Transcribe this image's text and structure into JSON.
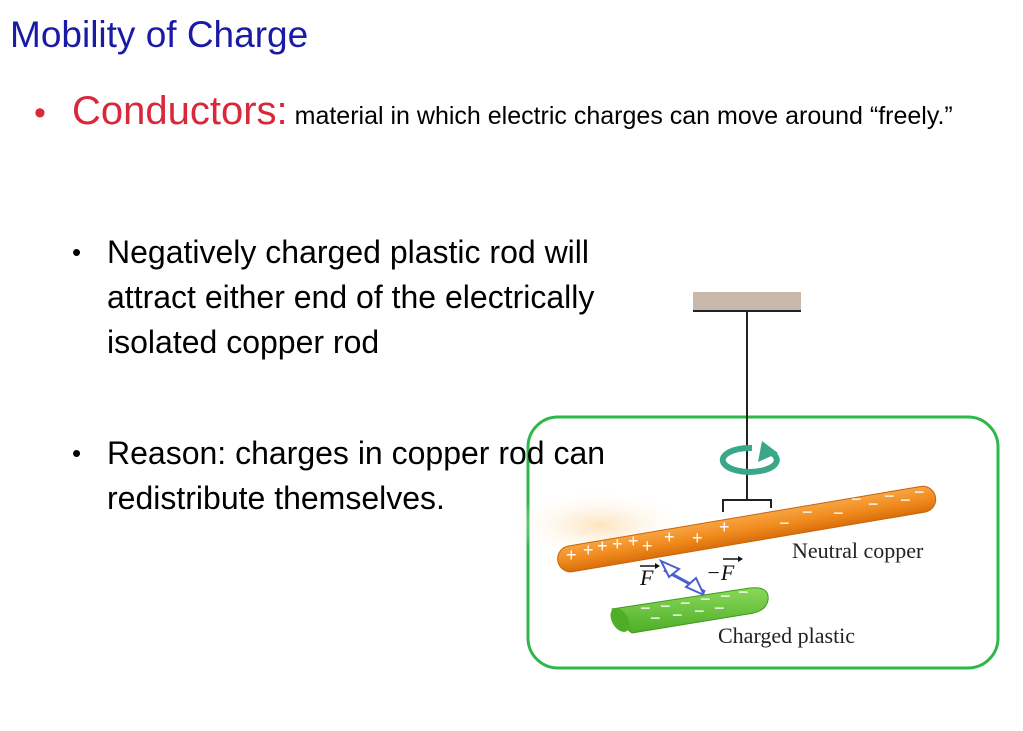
{
  "slide": {
    "title": "Mobility of Charge",
    "main_bullet": {
      "term": "Conductors:",
      "definition": " material in which electric charges can move around “freely.”"
    },
    "sub_bullets": [
      "Negatively charged plastic rod will attract either end of the electrically isolated copper rod",
      "Reason: charges in copper rod can redistribute themselves."
    ]
  },
  "figure": {
    "label_copper": "Neutral copper",
    "label_plastic": "Charged plastic",
    "force_left": "F",
    "force_right": "−F",
    "plus_sign": "+",
    "minus_sign": "−",
    "colors": {
      "highlight_box": "#2fb84a",
      "copper": "#f08a1c",
      "plastic": "#6cc83a",
      "rotation_arrow": "#3aa888",
      "support": "#c9b8ac",
      "force_arrow": "#4b5fd0"
    }
  }
}
